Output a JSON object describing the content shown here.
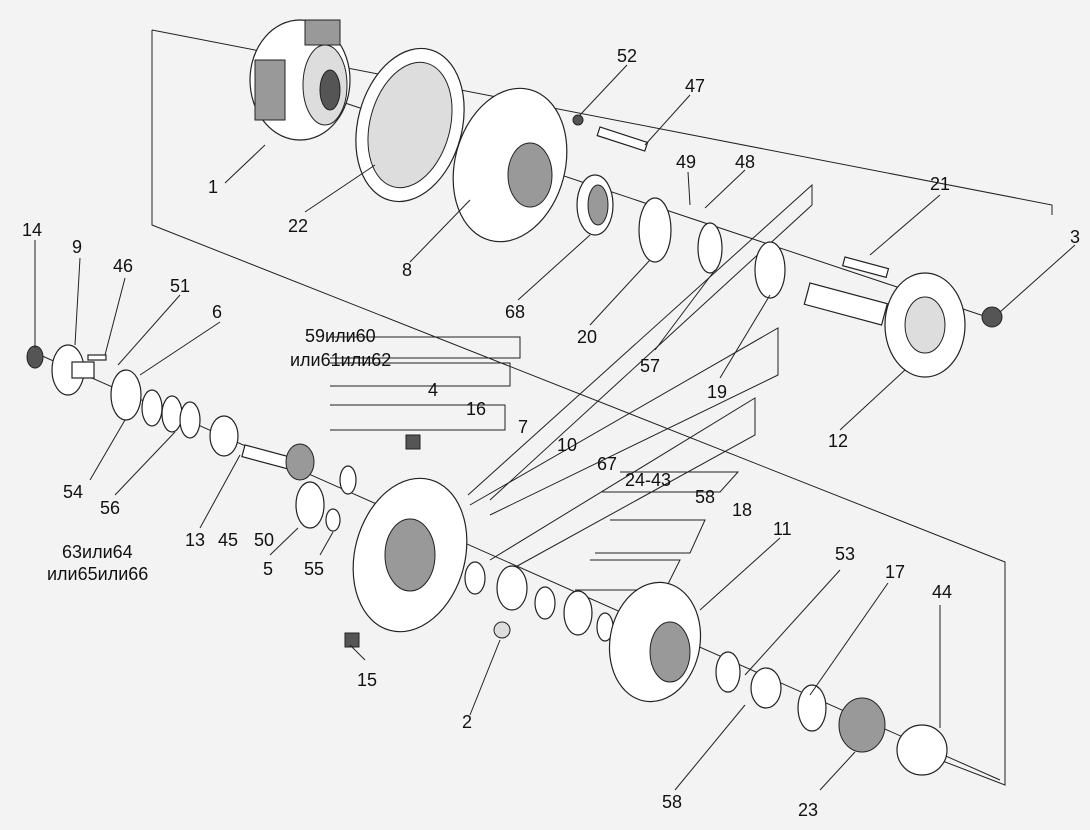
{
  "labels": {
    "p1": "1",
    "p22": "22",
    "p8": "8",
    "p52": "52",
    "p47": "47",
    "p49": "49",
    "p48": "48",
    "p21": "21",
    "p3": "3",
    "p68": "68",
    "p20": "20",
    "p57": "57",
    "p19": "19",
    "p12": "12",
    "p14": "14",
    "p9": "9",
    "p46": "46",
    "p51": "51",
    "p6": "6",
    "p59": "59или60",
    "p61": "или61или62",
    "p4": "4",
    "p16": "16",
    "p7": "7",
    "p10": "10",
    "p67": "67",
    "p2443": "24-43",
    "p58a": "58",
    "p18": "18",
    "p11": "11",
    "p53": "53",
    "p17": "17",
    "p44": "44",
    "p54": "54",
    "p56": "56",
    "p13": "13",
    "p45": "45",
    "p50": "50",
    "p5": "5",
    "p55": "55",
    "p63": "63или64",
    "p65": "или65или66",
    "p15": "15",
    "p2": "2",
    "p58b": "58",
    "p23": "23"
  }
}
